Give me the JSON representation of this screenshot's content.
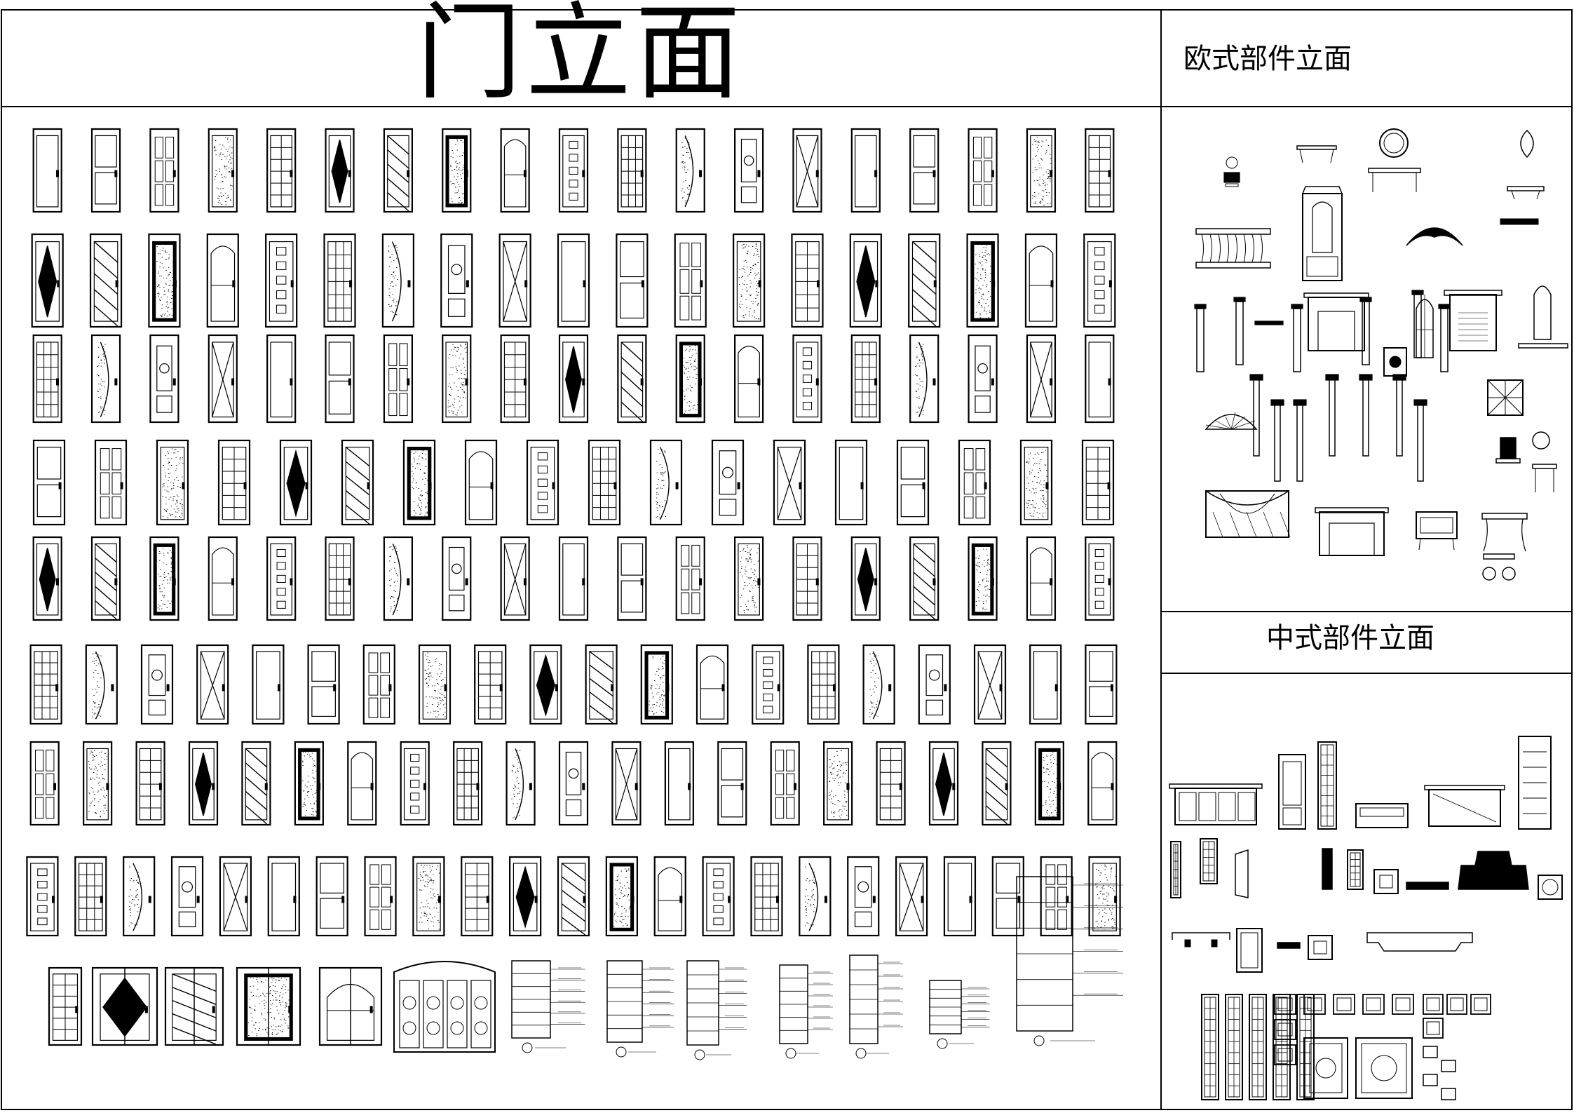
{
  "sheet": {
    "main_title": "门立面",
    "euro_title": "欧式部件立面",
    "chinese_title": "中式部件立面"
  }
}
